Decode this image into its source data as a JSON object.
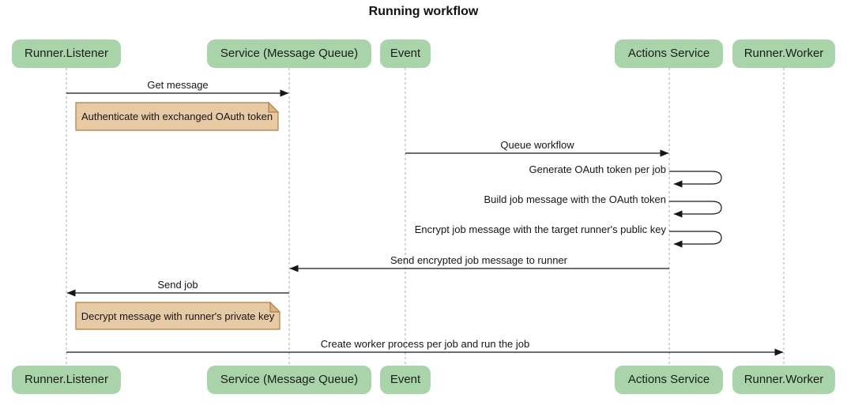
{
  "title": "Running workflow",
  "actors": [
    {
      "label": "Runner.Listener"
    },
    {
      "label": "Service (Message Queue)"
    },
    {
      "label": "Event"
    },
    {
      "label": "Actions Service"
    },
    {
      "label": "Runner.Worker"
    }
  ],
  "messages": [
    {
      "label": "Get message",
      "from": "Runner.Listener",
      "to": "Service (Message Queue)",
      "self": false
    },
    {
      "label": "Queue workflow",
      "from": "Event",
      "to": "Actions Service",
      "self": false
    },
    {
      "label": "Generate OAuth token per job",
      "from": "Actions Service",
      "to": "Actions Service",
      "self": true
    },
    {
      "label": "Build job message with the OAuth token",
      "from": "Actions Service",
      "to": "Actions Service",
      "self": true
    },
    {
      "label": "Encrypt job message with the target runner's public key",
      "from": "Actions Service",
      "to": "Actions Service",
      "self": true
    },
    {
      "label": "Send encrypted job message to runner",
      "from": "Actions Service",
      "to": "Service (Message Queue)",
      "self": false
    },
    {
      "label": "Send job",
      "from": "Service (Message Queue)",
      "to": "Runner.Listener",
      "self": false
    },
    {
      "label": "Create worker process per job and run the job",
      "from": "Runner.Listener",
      "to": "Runner.Worker",
      "self": false
    }
  ],
  "notes": [
    {
      "text": "Authenticate with exchanged OAuth token"
    },
    {
      "text": "Decrypt message with runner's private key"
    }
  ],
  "colors": {
    "actor_fill": "#a9d4a9",
    "note_fill": "#e8c9a5",
    "note_border": "#ab8142",
    "note_fold": "#dcb488",
    "lifeline": "#a8a8a8",
    "line": "#161616"
  }
}
